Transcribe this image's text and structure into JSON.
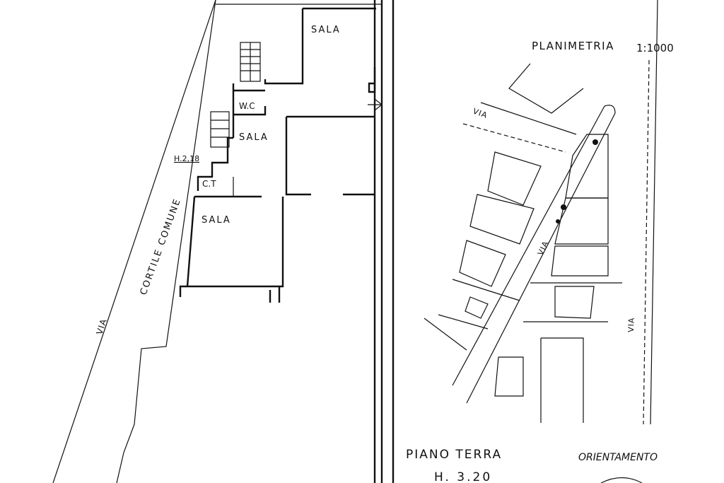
{
  "floor_plan": {
    "rooms": [
      "SALA",
      "W.C",
      "SALA",
      "SALA",
      "C.T"
    ],
    "height_mark": "H.2,18",
    "courtyard": "CORTILE COMUNE",
    "street": "VIA"
  },
  "site_plan": {
    "title": "PLANIMETRIA",
    "scale": "1:1000",
    "street_labels": [
      "VIA",
      "VIA",
      "VIA"
    ]
  },
  "footer": {
    "floor_name": "PIANO TERRA",
    "floor_height": "H. 3.20",
    "orientation_label": "ORIENTAMENTO"
  }
}
